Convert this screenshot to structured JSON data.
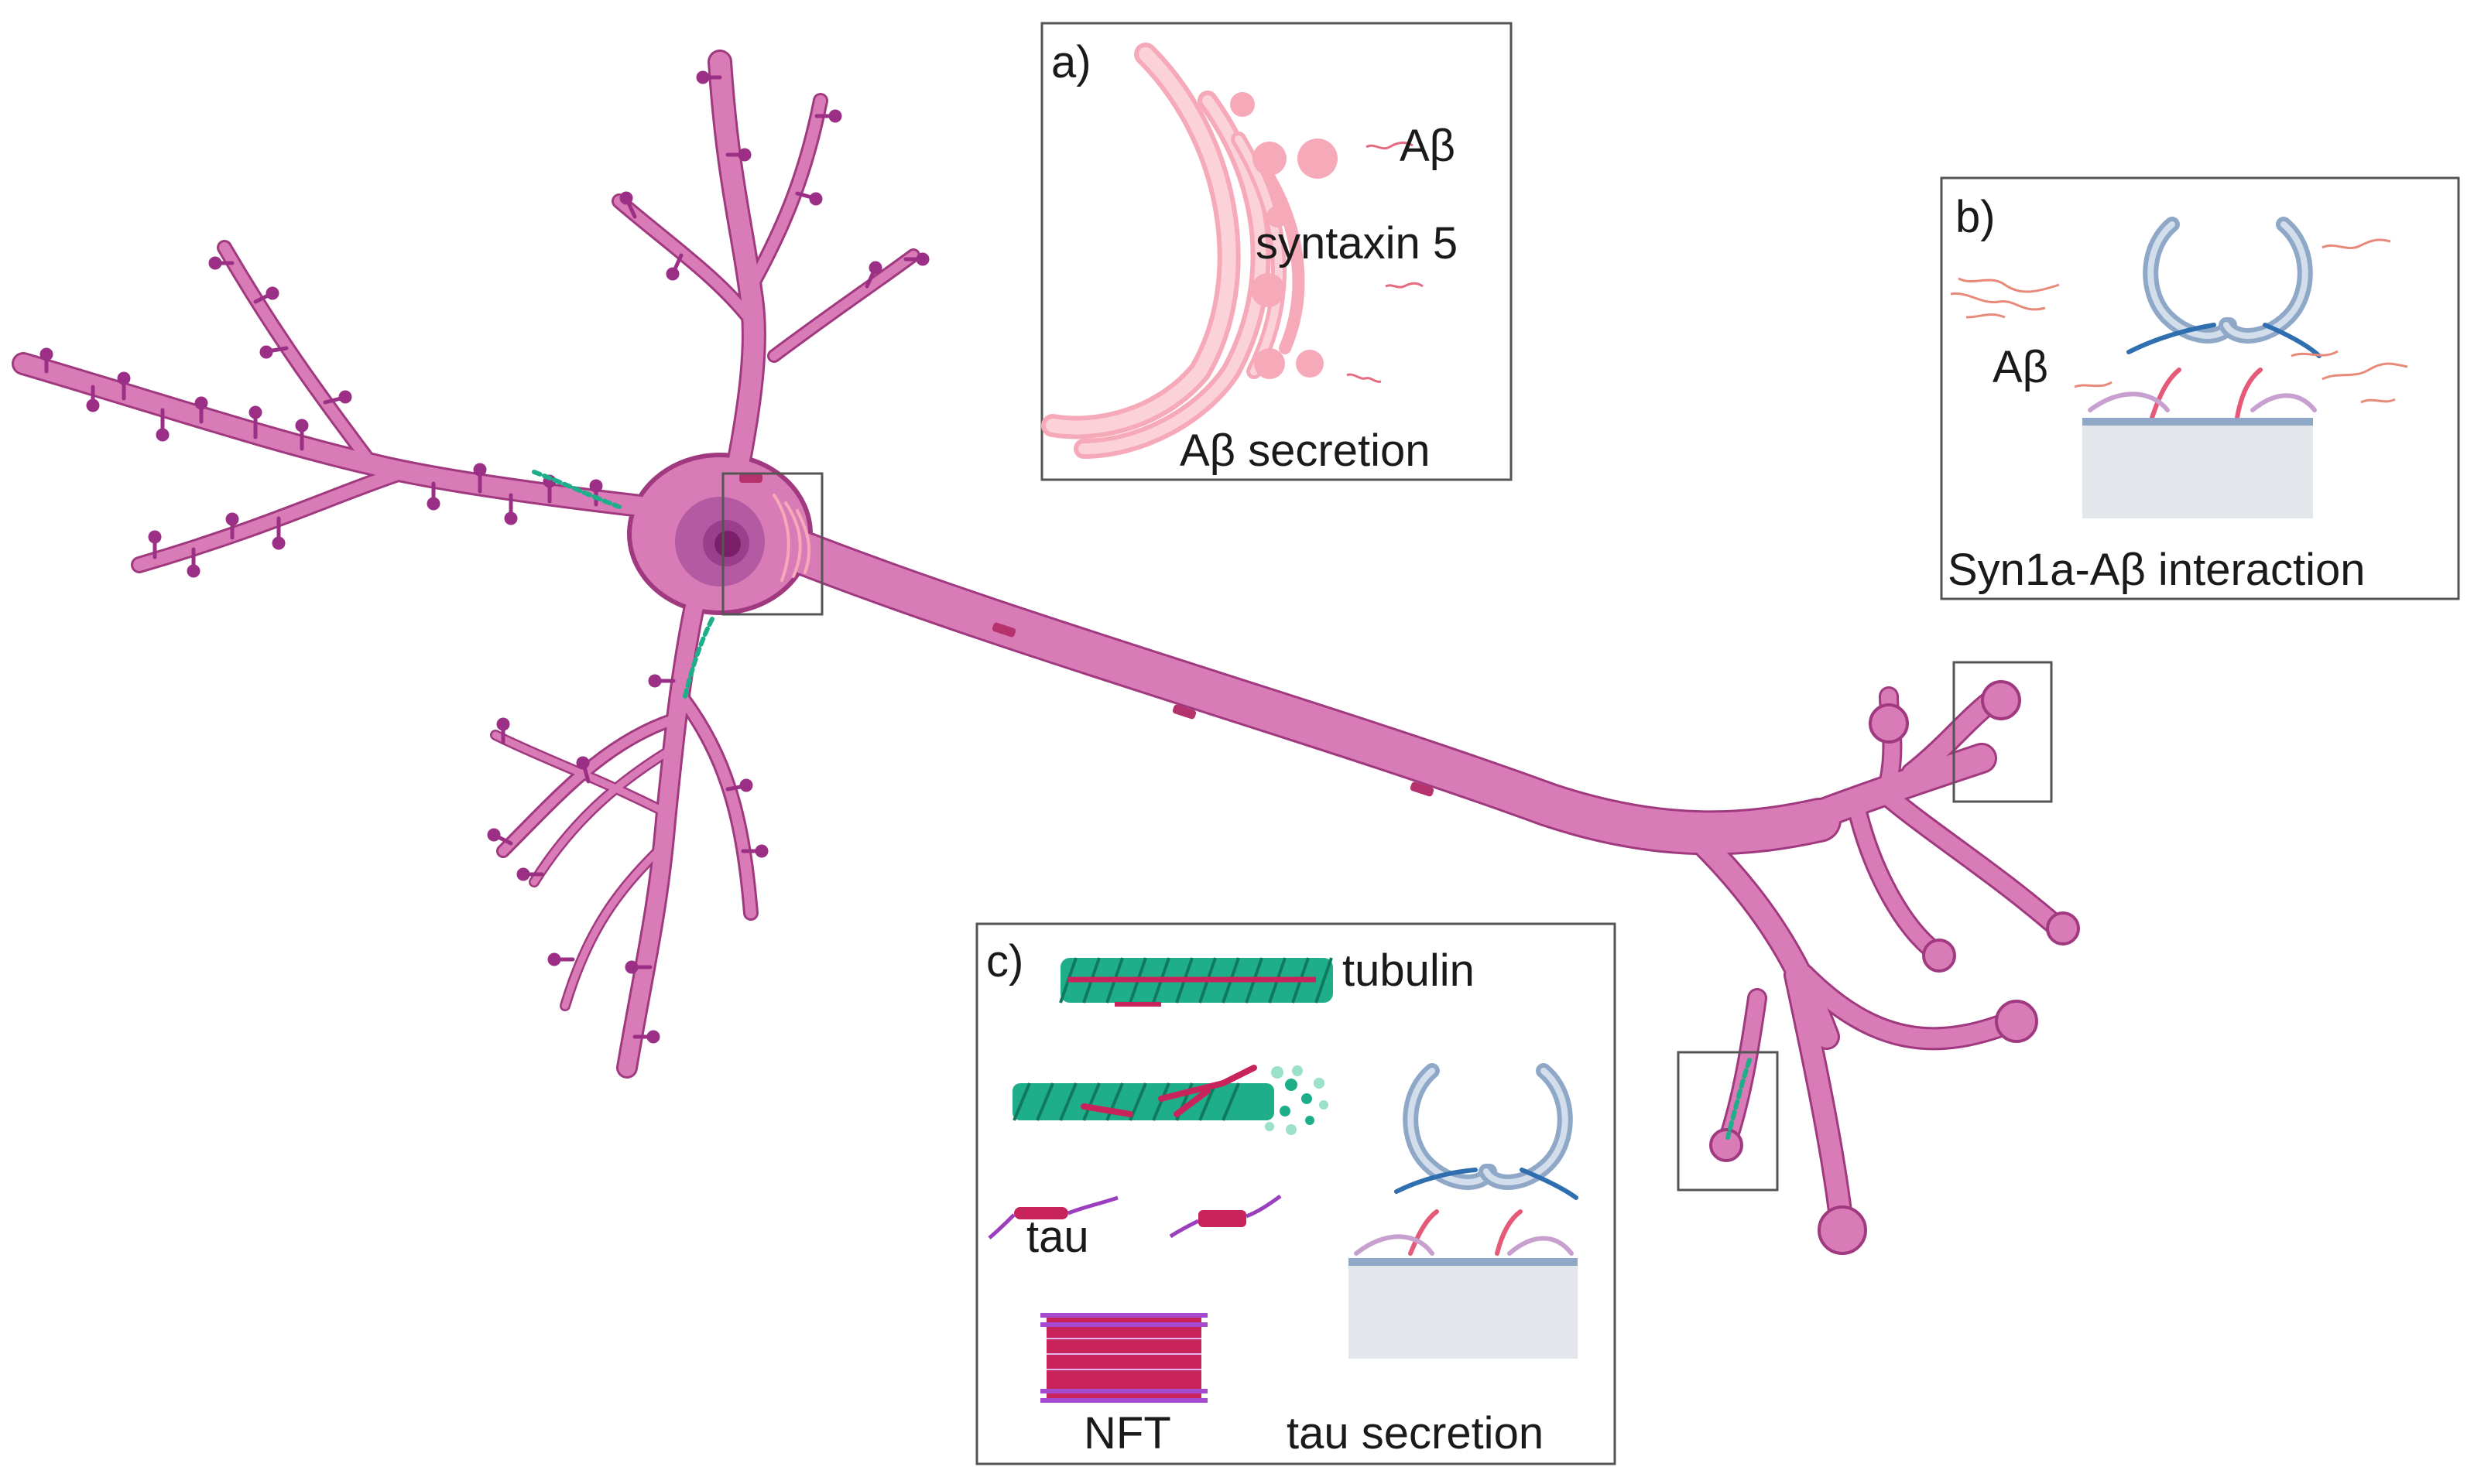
{
  "panels": {
    "a": {
      "letter": "a)",
      "abeta": "Aβ",
      "syntaxin": "syntaxin 5",
      "caption": "Aβ secretion"
    },
    "b": {
      "letter": "b)",
      "abeta": "Aβ",
      "caption": "Syn1a-Aβ interaction"
    },
    "c": {
      "letter": "c)",
      "tubulin": "tubulin",
      "tau": "tau",
      "nft": "NFT",
      "caption": "tau secretion"
    }
  },
  "colors": {
    "neuron_fill": "#d97bb6",
    "neuron_edge": "#a0397f",
    "spine": "#9b2f86",
    "nucleus": "#b45aa3",
    "nucleolus": "#7a1f68",
    "golgi": "#f6a9b8",
    "microtubule": "#1fae8a",
    "tau": "#c8235a",
    "vesicle": "#8fa8c8",
    "snare_blue": "#2f6fb0",
    "membrane": "#e3e6ea"
  }
}
